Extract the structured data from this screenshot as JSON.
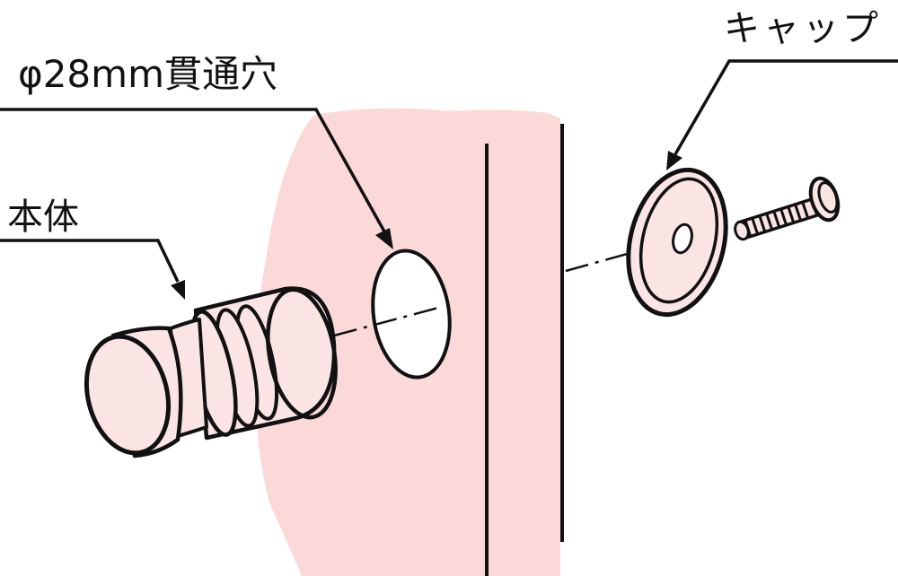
{
  "labels": {
    "hole": "φ28mm貫通穴",
    "body": "本体",
    "cap": "キャップ"
  },
  "colors": {
    "wall_fill": "#fbd9d9",
    "part_fill": "#fbe4e4",
    "line": "#111111",
    "background": "#ffffff"
  }
}
